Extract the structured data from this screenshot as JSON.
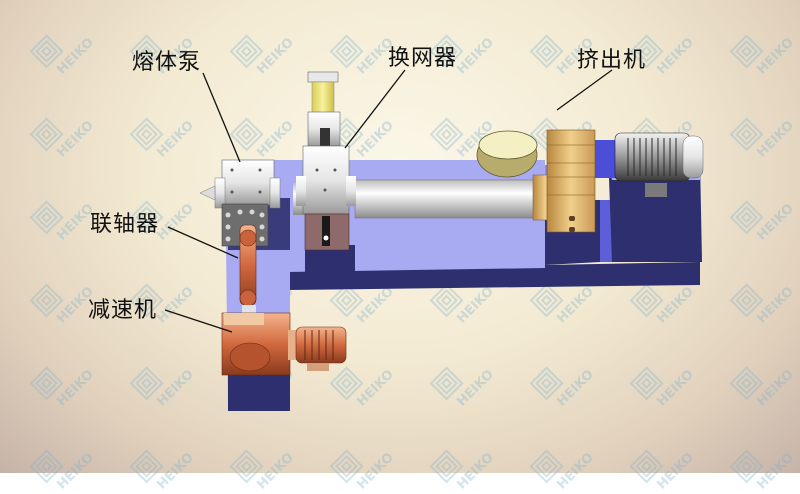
{
  "diagram": {
    "type": "equipment-layout",
    "subject": "extrusion line 3D model",
    "labels": {
      "melt_pump": "熔体泵",
      "screen_changer": "换网器",
      "extruder": "挤出机",
      "coupling": "联轴器",
      "reducer": "减速机"
    },
    "watermark": "HEIKO",
    "colors": {
      "base_dark": "#2e2f6e",
      "base_light": "#a9abf2",
      "base_mid": "#6a6ce0",
      "copper": "#c8633d",
      "brass": "#d8b06a",
      "steel": "#e4e4e4",
      "yellow_cylinder": "#ece27a",
      "watermark": "#7fb3cf"
    }
  }
}
